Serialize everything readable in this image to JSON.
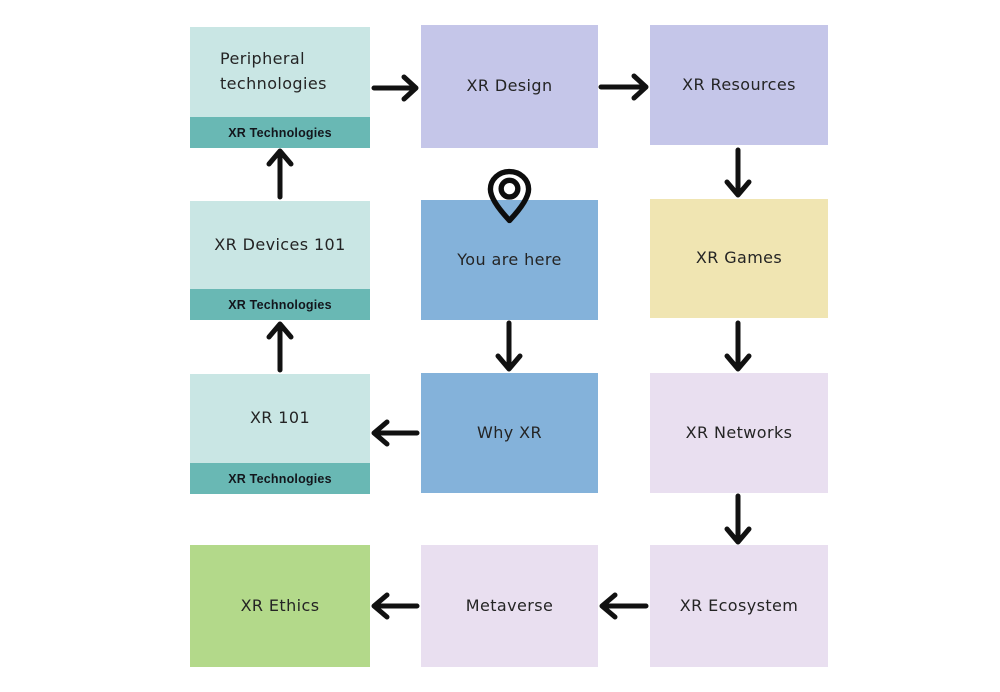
{
  "colors": {
    "background": "#ffffff",
    "teal_light": "#c9e6e4",
    "teal_badge": "#69b8b4",
    "lavender": "#c5c6e9",
    "blue": "#84b2da",
    "yellow": "#f0e5b2",
    "pink_lavender": "#e9dff0",
    "green": "#b3d98a",
    "arrow": "#111111",
    "label_text": "#242424",
    "badge_text": "#13161c"
  },
  "nodes": [
    {
      "id": "peripheral-technologies",
      "label": "Peripheral technologies",
      "badge": "XR Technologies",
      "color": "#c9e6e4",
      "badge_color": "#69b8b4"
    },
    {
      "id": "xr-design",
      "label": "XR Design",
      "color": "#c5c6e9"
    },
    {
      "id": "xr-resources",
      "label": "XR Resources",
      "color": "#c5c6e9"
    },
    {
      "id": "xr-devices-101",
      "label": "XR Devices 101",
      "badge": "XR Technologies",
      "color": "#c9e6e4",
      "badge_color": "#69b8b4"
    },
    {
      "id": "you-are-here",
      "label": "You are here",
      "color": "#84b2da",
      "icon": "map-pin-icon"
    },
    {
      "id": "xr-games",
      "label": "XR Games",
      "color": "#f0e5b2"
    },
    {
      "id": "xr-101",
      "label": "XR 101",
      "badge": "XR Technologies",
      "color": "#c9e6e4",
      "badge_color": "#69b8b4"
    },
    {
      "id": "why-xr",
      "label": "Why XR",
      "color": "#84b2da"
    },
    {
      "id": "xr-networks",
      "label": "XR Networks",
      "color": "#e9dff0"
    },
    {
      "id": "xr-ethics",
      "label": "XR Ethics",
      "color": "#b3d98a"
    },
    {
      "id": "metaverse",
      "label": "Metaverse",
      "color": "#e9dff0"
    },
    {
      "id": "xr-ecosystem",
      "label": "XR Ecosystem",
      "color": "#e9dff0"
    }
  ],
  "edges": [
    {
      "from": "peripheral-technologies",
      "to": "xr-design",
      "direction": "right"
    },
    {
      "from": "xr-design",
      "to": "xr-resources",
      "direction": "right"
    },
    {
      "from": "xr-resources",
      "to": "xr-games",
      "direction": "down"
    },
    {
      "from": "xr-games",
      "to": "xr-networks",
      "direction": "down"
    },
    {
      "from": "xr-networks",
      "to": "xr-ecosystem",
      "direction": "down"
    },
    {
      "from": "xr-ecosystem",
      "to": "metaverse",
      "direction": "left"
    },
    {
      "from": "metaverse",
      "to": "xr-ethics",
      "direction": "left"
    },
    {
      "from": "you-are-here",
      "to": "why-xr",
      "direction": "down"
    },
    {
      "from": "why-xr",
      "to": "xr-101",
      "direction": "left"
    },
    {
      "from": "xr-101",
      "to": "xr-devices-101",
      "direction": "up"
    },
    {
      "from": "xr-devices-101",
      "to": "peripheral-technologies",
      "direction": "up"
    }
  ]
}
